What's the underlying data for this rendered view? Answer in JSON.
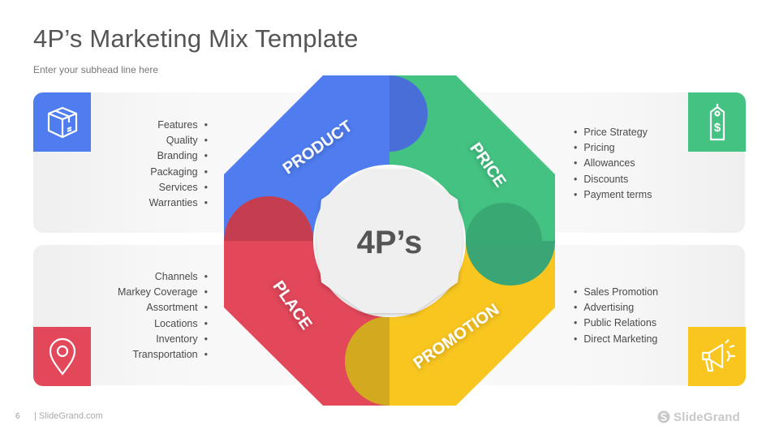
{
  "slide": {
    "title": "4P’s Marketing Mix Template",
    "subtitle": "Enter your subhead line here",
    "page_number": "6",
    "footer_site": "| SlideGrand.com",
    "brand": "SlideGrand"
  },
  "center_label": "4P’s",
  "segments": [
    {
      "label": "PRODUCT",
      "color": "#4f7df0",
      "icon": "box-icon",
      "items": [
        "Features",
        "Quality",
        "Branding",
        "Packaging",
        "Services",
        "Warranties"
      ]
    },
    {
      "label": "PRICE",
      "color": "#43c282",
      "icon": "price-tag-icon",
      "items": [
        "Price Strategy",
        "Pricing",
        "Allowances",
        "Discounts",
        "Payment terms"
      ]
    },
    {
      "label": "PLACE",
      "color": "#e2475a",
      "icon": "location-pin-icon",
      "items": [
        "Channels",
        "Markey Coverage",
        "Assortment",
        "Locations",
        "Inventory",
        "Transportation"
      ]
    },
    {
      "label": "PROMOTION",
      "color": "#f9c620",
      "icon": "megaphone-icon",
      "items": [
        "Sales Promotion",
        "Advertising",
        "Public Relations",
        "Direct Marketing"
      ]
    }
  ]
}
